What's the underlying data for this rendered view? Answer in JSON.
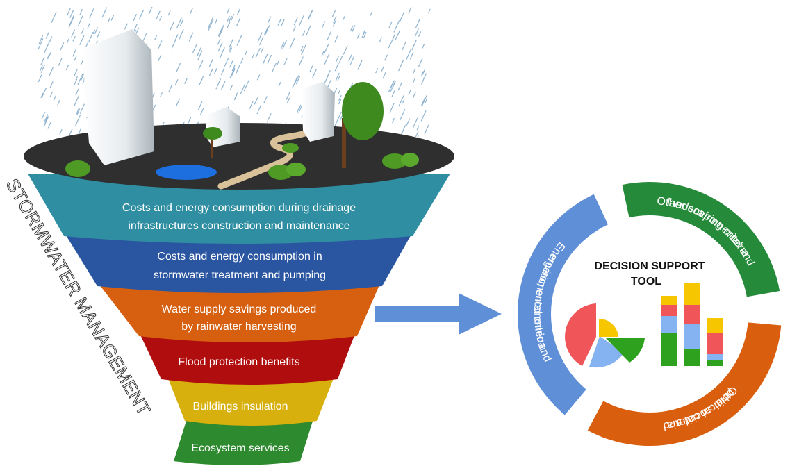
{
  "funnel": {
    "side_label": "STORMWATER MANAGEMENT",
    "layers": [
      {
        "label_line1": "Costs and energy consumption during drainage",
        "label_line2": "infrastructures construction and maintenance",
        "color": "#2f8ea1"
      },
      {
        "label_line1": "Costs and energy consumption in",
        "label_line2": "stormwater treatment and pumping",
        "color": "#2a55a0"
      },
      {
        "label_line1": "Water supply savings produced",
        "label_line2": "by rainwater harvesting",
        "color": "#d6600f"
      },
      {
        "label_line1": "Flood protection benefits",
        "label_line2": "",
        "color": "#b00e0e"
      },
      {
        "label_line1": "Buildings insulation",
        "label_line2": "",
        "color": "#d7b00e"
      },
      {
        "label_line1": "Ecosystem services",
        "label_line2": "",
        "color": "#2e8a2e"
      }
    ]
  },
  "tool": {
    "title_line1": "DECISION SUPPORT",
    "title_line2": "TOOL",
    "ring": [
      {
        "label_line1": "Energetic, enconomic and",
        "label_line2": "enviromental criteria",
        "color": "#5f8fd6"
      },
      {
        "label_line1": "Other enviromental and",
        "label_line2": "landscaping criteria",
        "color": "#258a3a"
      },
      {
        "label_line1": "Other social and",
        "label_line2": "political criteria",
        "color": "#d95e0e"
      }
    ]
  },
  "colors": {
    "rain": "#8fb3cf",
    "ground": "#2f2f2f",
    "arrow": "#5f8fd6"
  }
}
